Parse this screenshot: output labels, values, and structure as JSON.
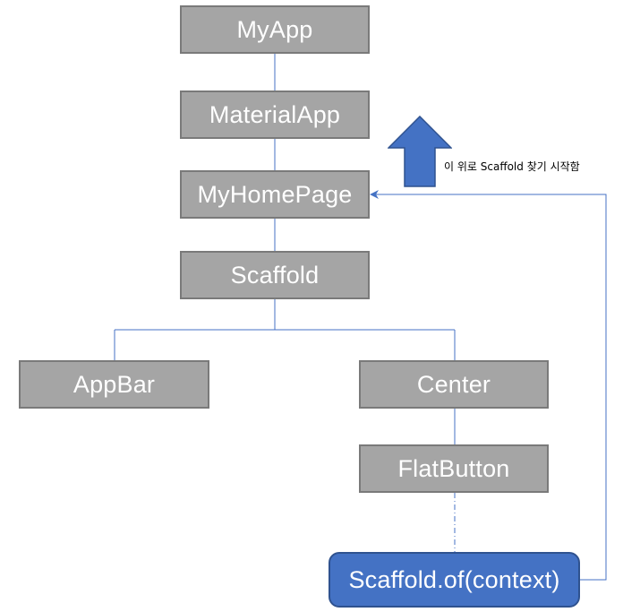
{
  "nodes": {
    "myapp": "MyApp",
    "materialapp": "MaterialApp",
    "myhomepage": "MyHomePage",
    "scaffold": "Scaffold",
    "appbar": "AppBar",
    "center": "Center",
    "flatbutton": "FlatButton",
    "scaffold_of": "Scaffold.of(context)"
  },
  "annotation": {
    "text": "이 위로 Scaffold 찾기 시작함"
  },
  "colors": {
    "node_fill": "#a5a5a5",
    "node_border": "#7a7a7a",
    "node_text": "#ffffff",
    "caller_fill": "#4472c4",
    "caller_border": "#2f528f",
    "connector": "#4472c4",
    "lookup_line": "#4472c4",
    "arrow_fill": "#4472c4"
  }
}
